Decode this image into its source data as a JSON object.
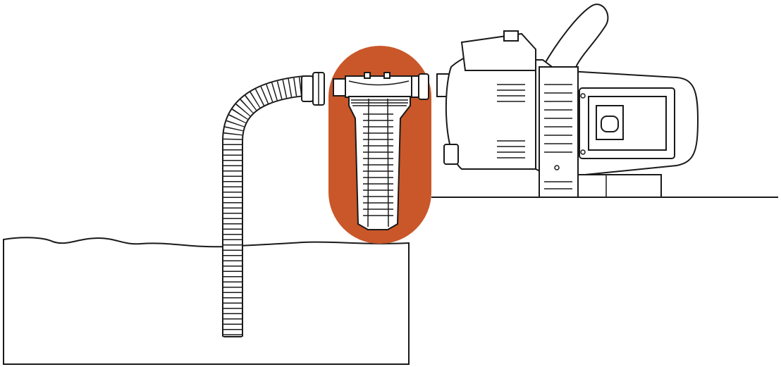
{
  "colors": {
    "highlight": "#c9572a",
    "line": "#1a1a1a",
    "background": "#ffffff"
  },
  "components": [
    {
      "name": "water-tank",
      "icon": "tank"
    },
    {
      "name": "suction-hose",
      "icon": "corrugated-hose"
    },
    {
      "name": "pre-filter",
      "icon": "filter",
      "highlighted": true
    },
    {
      "name": "garden-pump",
      "icon": "pump"
    }
  ]
}
